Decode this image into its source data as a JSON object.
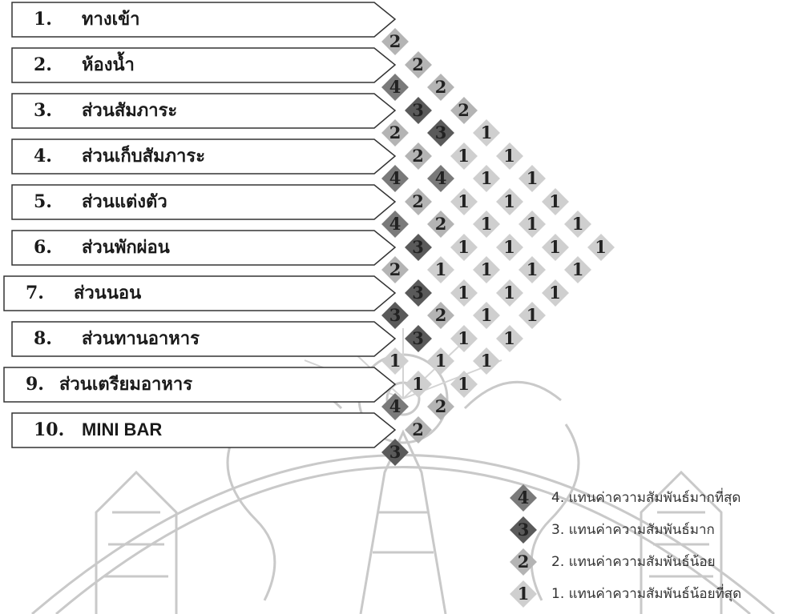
{
  "zones": [
    {
      "num": "1.",
      "label": "ทางเข้า"
    },
    {
      "num": "2.",
      "label": "ห้องน้ำ"
    },
    {
      "num": "3.",
      "label": "ส่วนสัมภาระ"
    },
    {
      "num": "4.",
      "label": "ส่วนเก็บสัมภาระ"
    },
    {
      "num": "5.",
      "label": "ส่วนแต่งตัว"
    },
    {
      "num": "6.",
      "label": "ส่วนพักผ่อน"
    },
    {
      "num": "7.",
      "label": "ส่วนนอน"
    },
    {
      "num": "8.",
      "label": "ส่วนทานอาหาร"
    },
    {
      "num": "9.",
      "label": "ส่วนเตรียมอาหาร"
    },
    {
      "num": "10.",
      "label": "MINI BAR"
    }
  ],
  "matrix": [
    [
      2,
      4,
      2,
      4,
      4,
      2,
      3,
      1,
      4,
      3
    ],
    [
      2,
      3,
      2,
      2,
      3,
      3,
      3,
      1,
      2
    ],
    [
      2,
      3,
      4,
      2,
      1,
      2,
      1,
      2
    ],
    [
      2,
      1,
      1,
      1,
      1,
      1,
      1
    ],
    [
      1,
      1,
      1,
      1,
      1,
      1
    ],
    [
      1,
      1,
      1,
      1,
      1
    ],
    [
      1,
      1,
      1,
      1
    ],
    [
      1,
      1,
      1
    ],
    [
      1,
      1
    ],
    [
      1
    ]
  ],
  "colors": {
    "4": "#7a7a7a",
    "3": "#5a5a5a",
    "2": "#b4b4b4",
    "1": "#cfcfcf",
    "box_border": "#333333"
  },
  "legend": [
    {
      "value": "4",
      "text": "4. แทนค่าความสัมพันธ์มากที่สุด"
    },
    {
      "value": "3",
      "text": "3. แทนค่าความสัมพันธ์มาก"
    },
    {
      "value": "2",
      "text": "2. แทนค่าความสัมพันธ์น้อย"
    },
    {
      "value": "1",
      "text": "1. แทนค่าความสัมพันธ์น้อยที่สุด"
    }
  ],
  "watermark_icon": "university-seal-watermark"
}
